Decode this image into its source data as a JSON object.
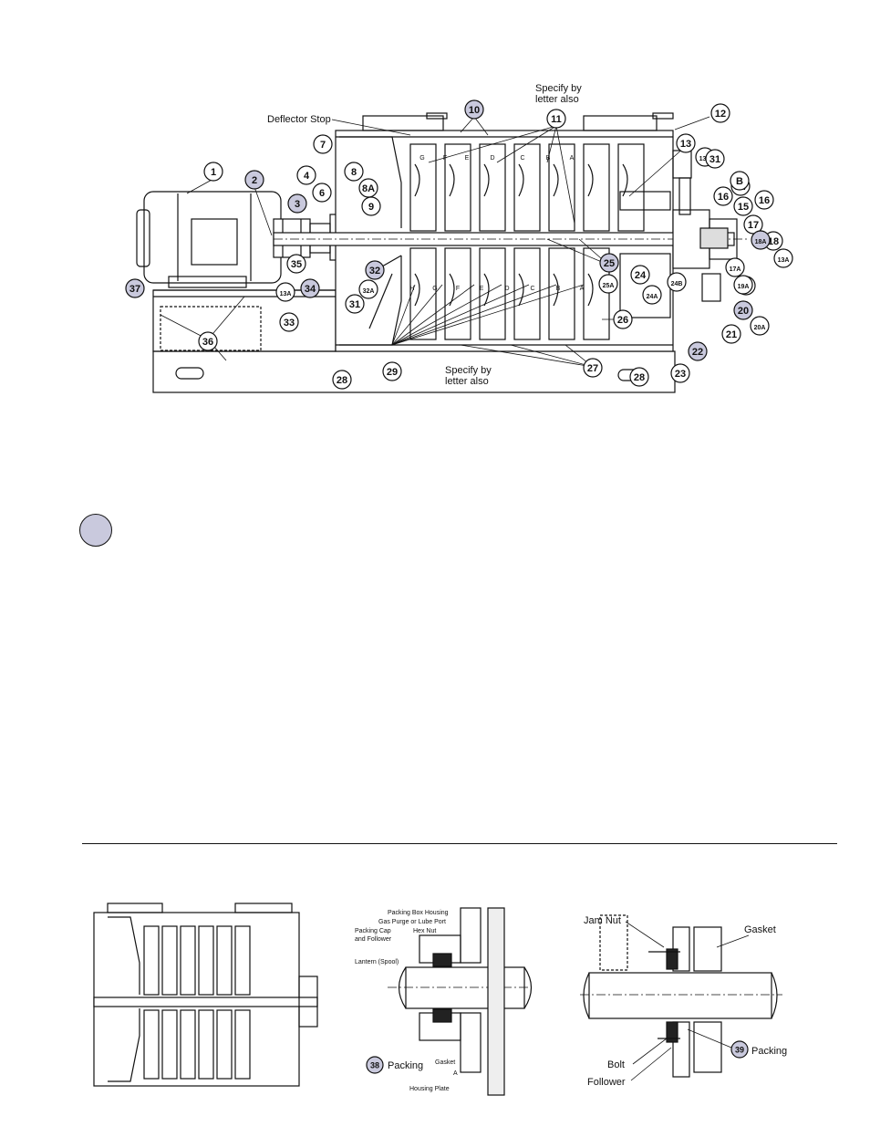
{
  "main_diagram": {
    "labels": {
      "deflector_stop": "Deflector Stop",
      "specify_top_1": "Specify by",
      "specify_top_2": "letter also",
      "specify_bottom_1": "Specify by",
      "specify_bottom_2": "letter also"
    },
    "callouts": [
      {
        "num": "1"
      },
      {
        "num": "2",
        "highlight": true
      },
      {
        "num": "3",
        "highlight": true
      },
      {
        "num": "4"
      },
      {
        "num": "6"
      },
      {
        "num": "7"
      },
      {
        "num": "8"
      },
      {
        "num": "8A"
      },
      {
        "num": "9"
      },
      {
        "num": "10",
        "highlight": true
      },
      {
        "num": "11"
      },
      {
        "num": "12"
      },
      {
        "num": "13"
      },
      {
        "num": "13A"
      },
      {
        "num": "14"
      },
      {
        "num": "15"
      },
      {
        "num": "16"
      },
      {
        "num": "16"
      },
      {
        "num": "17"
      },
      {
        "num": "17A"
      },
      {
        "num": "18"
      },
      {
        "num": "18A",
        "highlight": true
      },
      {
        "num": "13A"
      },
      {
        "num": "19"
      },
      {
        "num": "19A"
      },
      {
        "num": "20",
        "highlight": true
      },
      {
        "num": "20A"
      },
      {
        "num": "21"
      },
      {
        "num": "22",
        "highlight": true
      },
      {
        "num": "23"
      },
      {
        "num": "24"
      },
      {
        "num": "24A"
      },
      {
        "num": "24B"
      },
      {
        "num": "25",
        "highlight": true
      },
      {
        "num": "25A"
      },
      {
        "num": "26"
      },
      {
        "num": "27"
      },
      {
        "num": "28"
      },
      {
        "num": "28"
      },
      {
        "num": "29"
      },
      {
        "num": "31"
      },
      {
        "num": "31"
      },
      {
        "num": "32",
        "highlight": true
      },
      {
        "num": "32A"
      },
      {
        "num": "33"
      },
      {
        "num": "34",
        "highlight": true
      },
      {
        "num": "35"
      },
      {
        "num": "36"
      },
      {
        "num": "37",
        "highlight": true
      },
      {
        "num": "13A"
      },
      {
        "num": "B"
      }
    ],
    "stage_letters_top": [
      "G",
      "F",
      "E",
      "D",
      "C",
      "B",
      "A"
    ],
    "stage_letters_bottom": [
      "H",
      "G",
      "F",
      "E",
      "D",
      "C",
      "B",
      "A"
    ]
  },
  "packing_box_detail": {
    "labels": {
      "housing": "Packing Box Housing",
      "gas_purge": "Gas Purge or Lube Port",
      "packing_cap": "Packing Cap",
      "and_follower": "and Follower",
      "hex_nut": "Hex Nut",
      "lantern": "Lantern (Spool)",
      "gasket": "Gasket",
      "a": "A",
      "housing_plate": "Housing Plate",
      "packing": "Packing"
    },
    "callout": "38"
  },
  "gland_detail": {
    "labels": {
      "jam_nut": "Jam Nut",
      "gasket": "Gasket",
      "bolt": "Bolt",
      "follower": "Follower",
      "packing": "Packing"
    },
    "callout": "39"
  },
  "colors": {
    "highlight_fill": "#c9c9dd",
    "line": "#111111"
  }
}
